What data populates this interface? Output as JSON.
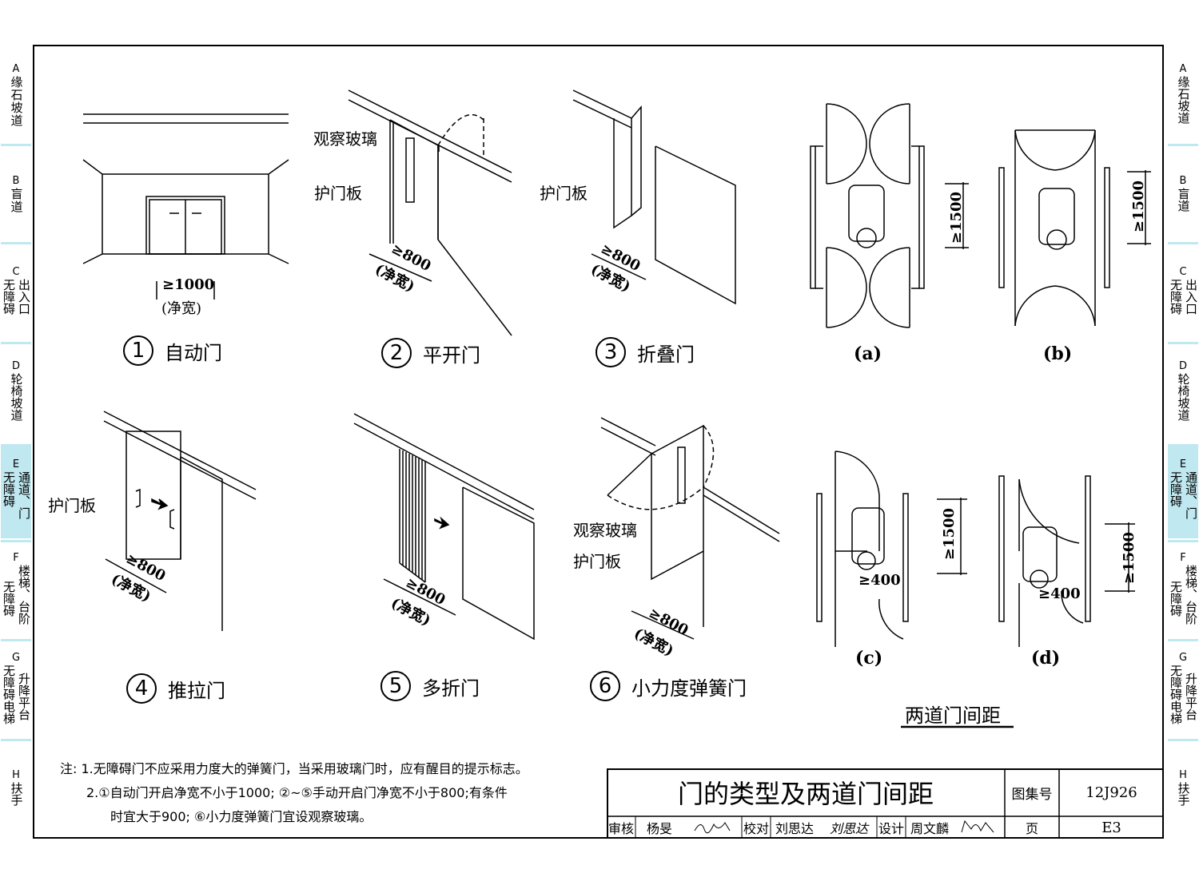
{
  "side_tabs": [
    {
      "letter": "A",
      "lines": [
        "缘石坡道"
      ]
    },
    {
      "letter": "B",
      "lines": [
        "盲道"
      ]
    },
    {
      "letter": "C",
      "lines": [
        "无障碍",
        "出入口"
      ]
    },
    {
      "letter": "D",
      "lines": [
        "轮椅坡道"
      ]
    },
    {
      "letter": "E",
      "lines": [
        "无障碍",
        "通道、门"
      ]
    },
    {
      "letter": "F",
      "lines": [
        "无障碍",
        "楼梯、台阶"
      ]
    },
    {
      "letter": "G",
      "lines": [
        "无障碍电梯",
        "升降平台"
      ]
    },
    {
      "letter": "H",
      "lines": [
        "扶手"
      ]
    }
  ],
  "doors": [
    {
      "num": "1",
      "name": "自动门",
      "dim": "≥1000",
      "dim_note": "(净宽)"
    },
    {
      "num": "2",
      "name": "平开门",
      "dim": "≥800",
      "dim_note": "(净宽)"
    },
    {
      "num": "3",
      "name": "折叠门",
      "dim": "≥800",
      "dim_note": "(净宽)"
    },
    {
      "num": "4",
      "name": "推拉门",
      "dim": "≥800",
      "dim_note": "(净宽)"
    },
    {
      "num": "5",
      "name": "多折门",
      "dim": "≥800",
      "dim_note": "(净宽)"
    },
    {
      "num": "6",
      "name": "小力度弹簧门",
      "dim": "≥800",
      "dim_note": "(净宽)"
    }
  ],
  "labels": {
    "glass": "观察玻璃",
    "guard": "护门板"
  },
  "plans": {
    "a": "(a)",
    "b": "(b)",
    "c": "(c)",
    "d": "(d)",
    "dim1500": "≥1500",
    "dim400": "≥400",
    "title": "两道门间距"
  },
  "notes": {
    "prefix": "注:",
    "n1": "1.无障碍门不应采用力度大的弹簧门，当采用玻璃门时，应有醒目的提示标志。",
    "n2a": "2.①自动门开启净宽不小于1000; ②~⑤手动开启门净宽不小于800;有条件",
    "n2b": "时宜大于900; ⑥小力度弹簧门宜设观察玻璃。"
  },
  "title_block": {
    "title": "门的类型及两道门间距",
    "atlas_label": "图集号",
    "atlas_no": "12J926",
    "review_label": "审核",
    "reviewer": "杨旻",
    "check_label": "校对",
    "checker": "刘思达",
    "design_label": "设计",
    "designer": "周文麟",
    "page_label": "页",
    "page_no": "E3"
  }
}
